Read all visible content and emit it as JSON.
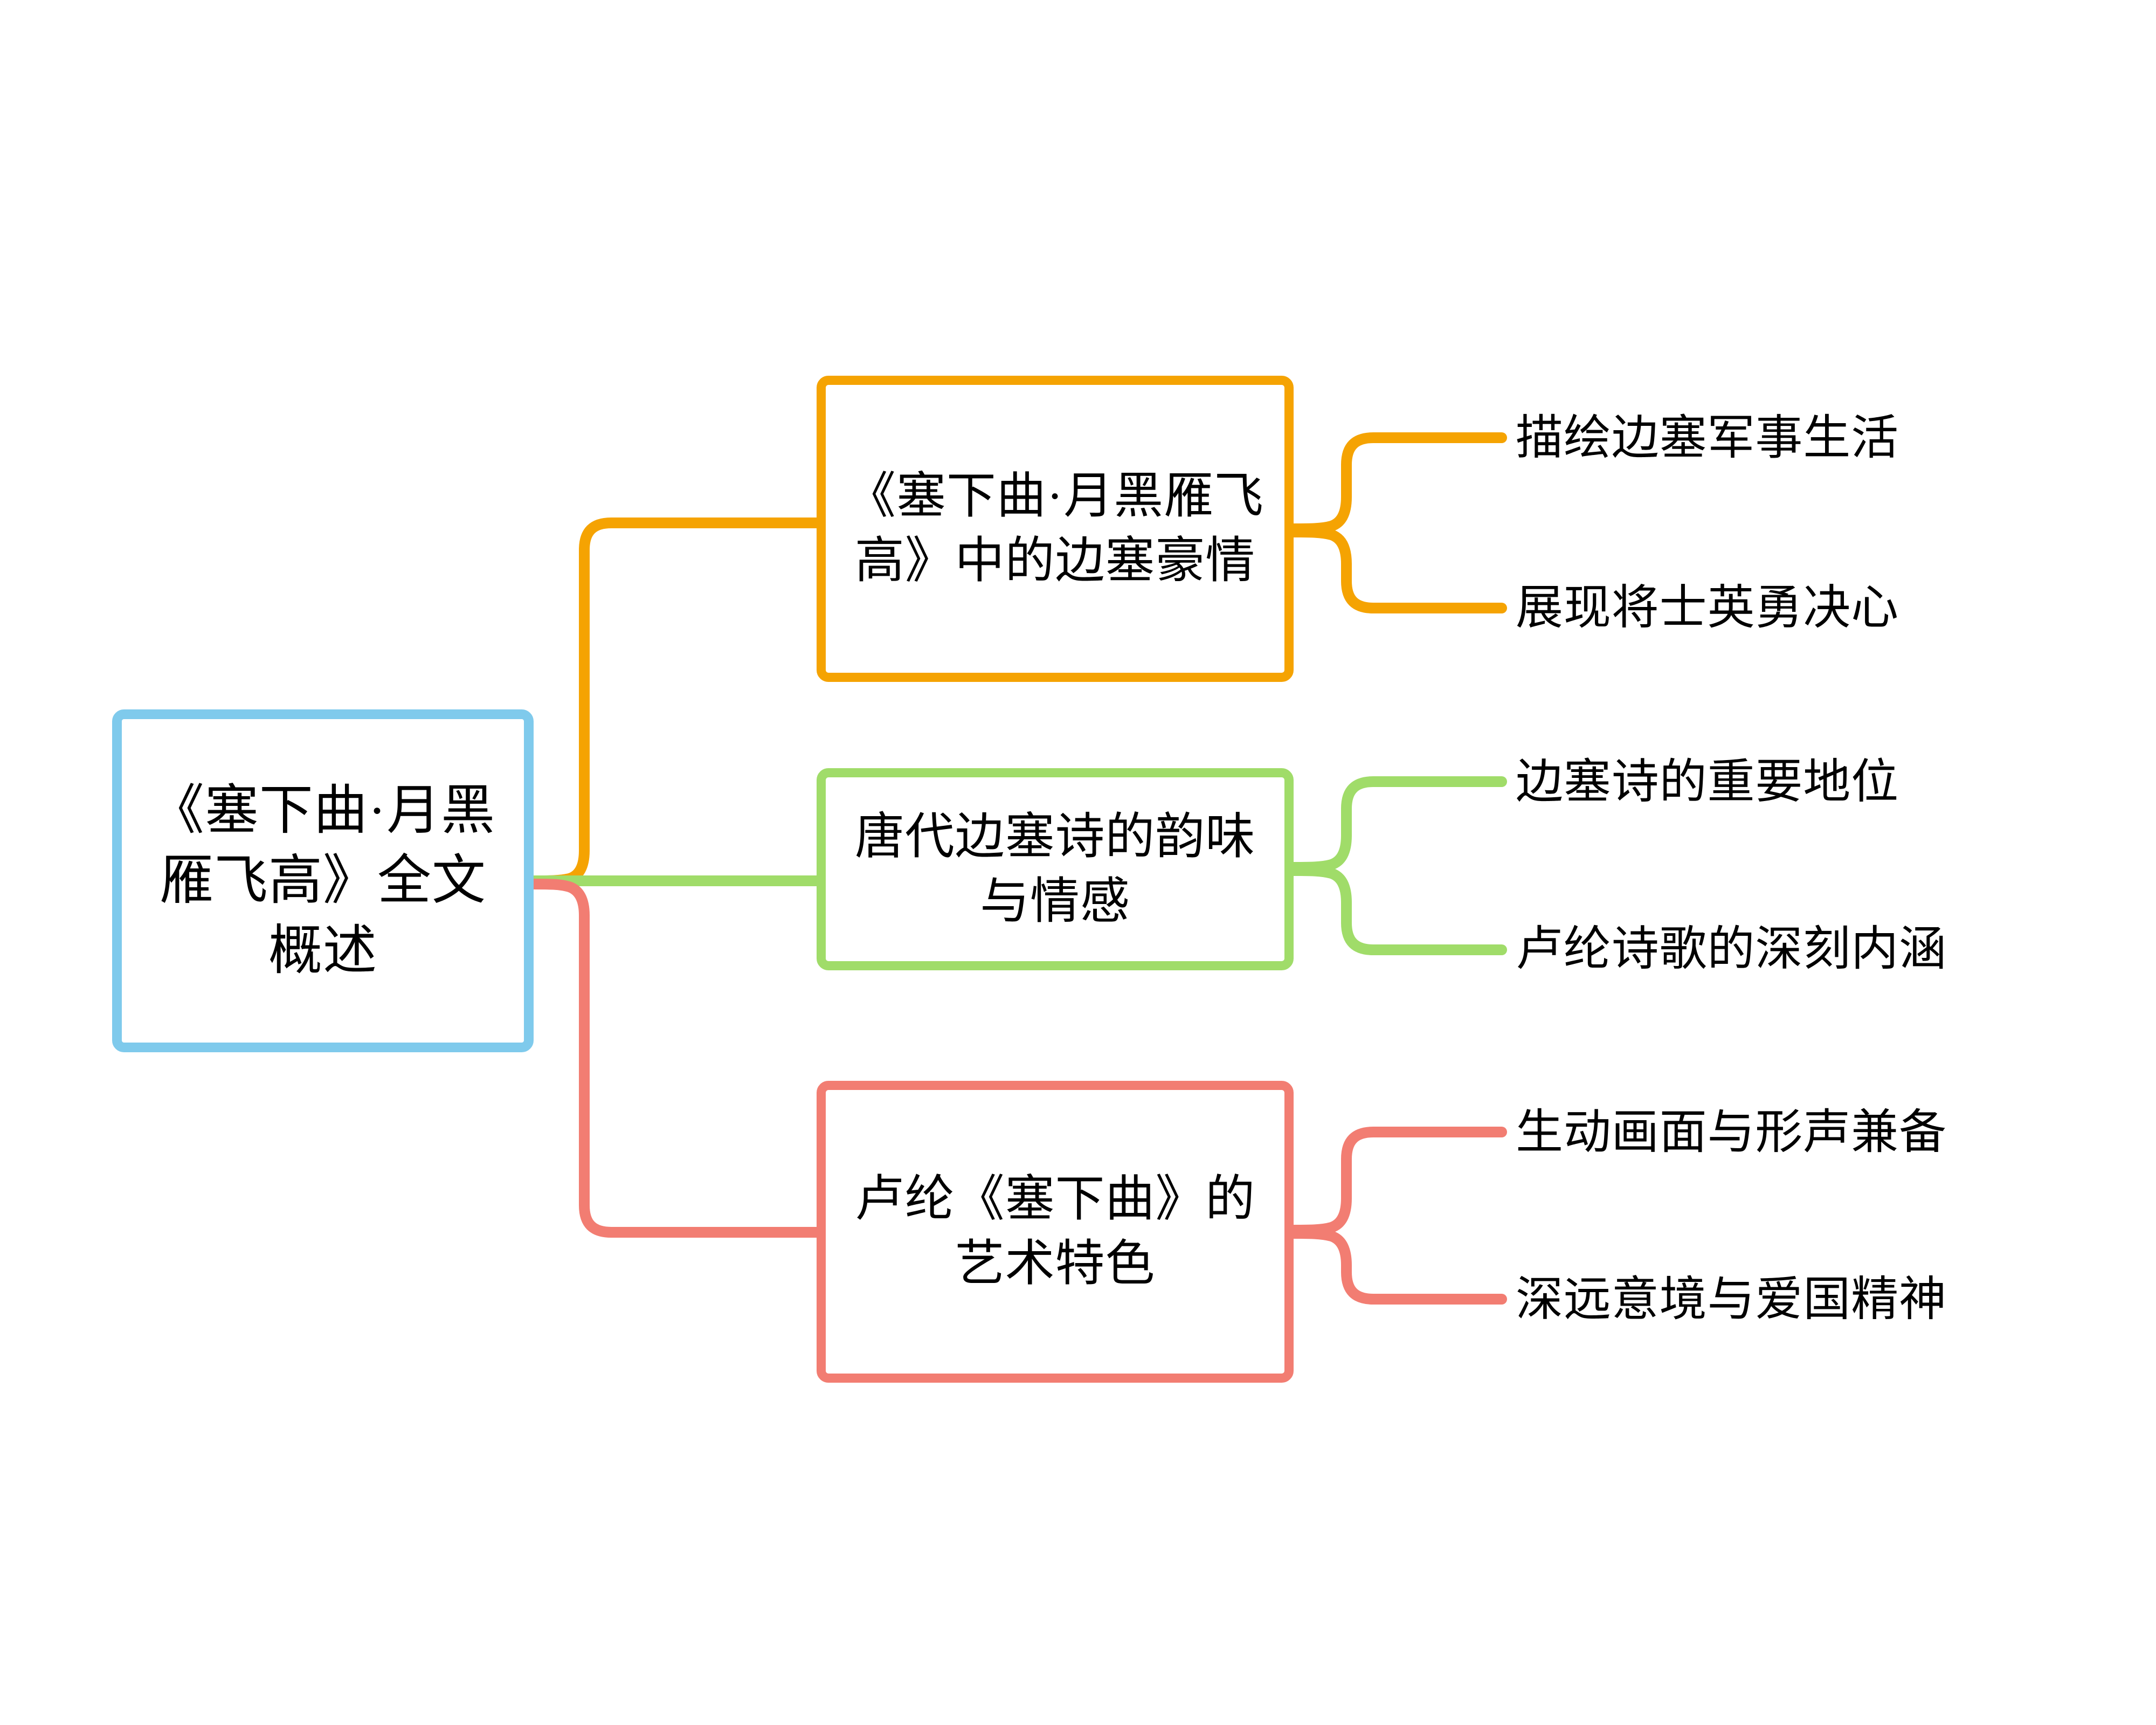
{
  "diagram": {
    "type": "mind-map",
    "orientation": "left-to-right",
    "background": "#ffffff"
  },
  "root": {
    "label": "《塞下曲·月黑雁飞高》全文概述",
    "color": "#7FCAEC"
  },
  "branches": [
    {
      "label": "《塞下曲·月黑雁飞高》中的边塞豪情",
      "color": "#F5A302",
      "leaves": [
        {
          "label": "描绘边塞军事生活"
        },
        {
          "label": "展现将士英勇决心"
        }
      ]
    },
    {
      "label": "唐代边塞诗的韵味与情感",
      "color": "#A0DC69",
      "leaves": [
        {
          "label": "边塞诗的重要地位"
        },
        {
          "label": "卢纶诗歌的深刻内涵"
        }
      ]
    },
    {
      "label": "卢纶《塞下曲》的艺术特色",
      "color": "#F27D72",
      "leaves": [
        {
          "label": "生动画面与形声兼备"
        },
        {
          "label": "深远意境与爱国精神"
        }
      ]
    }
  ]
}
